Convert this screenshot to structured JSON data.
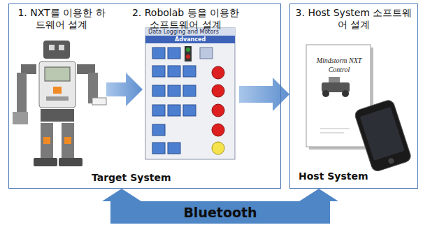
{
  "diagram": {
    "nodes": [
      {
        "text": [
          "1. NXT를 이용한 하드웨어 설계",
          "2. Robolab 등을 이용한 소프트웨어 설계",
          "Target System"
        ]
      },
      {
        "text": [
          "3. Host System 소프트웨어 설계",
          "Host System"
        ]
      }
    ],
    "edges": [
      {
        "from": 0,
        "to": 1,
        "arrow": "to"
      },
      {
        "from": 0,
        "to": 1,
        "arrow": "both",
        "label": "Bluetooth"
      }
    ],
    "labels": [
      "Data Logging and Motors",
      "Advanced",
      "Mindstorm NXT Control"
    ]
  }
}
